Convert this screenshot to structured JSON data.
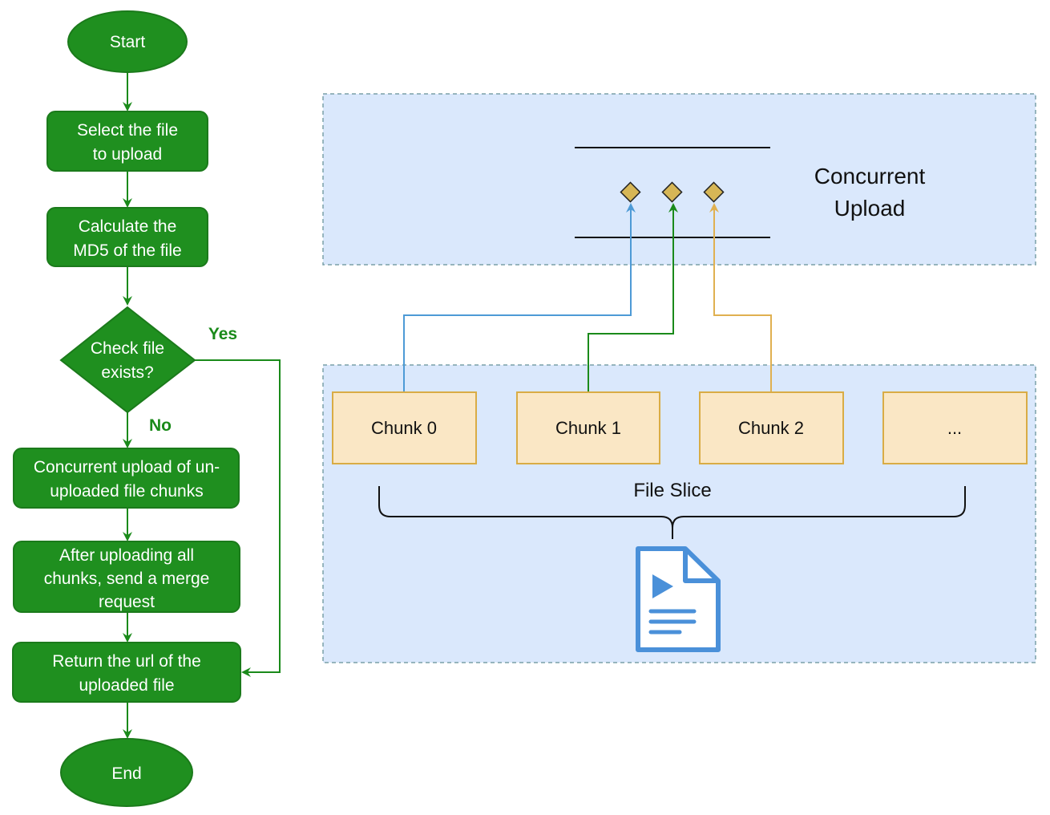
{
  "colors": {
    "flow_fill": "#1f8f1f",
    "flow_stroke": "#1b7a1b",
    "branch_label": "#1a8a1a",
    "panel_fill": "#dae8fc",
    "panel_border": "#7aa0a8",
    "chunk_fill": "#fae7c5",
    "chunk_stroke": "#d9ac45",
    "diamond_fill": "#d6b656",
    "line_blue": "#4d9ad6",
    "line_green": "#1a8a1a",
    "line_orange": "#e0b050",
    "file_icon": "#4a90d9"
  },
  "flowchart": {
    "start": "Start",
    "select_file": [
      "Select the file",
      "to upload"
    ],
    "calc_md5": [
      "Calculate the",
      "MD5 of the file"
    ],
    "check_exists": [
      "Check file",
      "exists?"
    ],
    "yes_label": "Yes",
    "no_label": "No",
    "concurrent_upload": [
      "Concurrent upload of un-",
      "uploaded file chunks"
    ],
    "merge_request": [
      "After uploading all",
      "chunks, send a merge",
      "request"
    ],
    "return_url": [
      "Return the url of the",
      "uploaded file"
    ],
    "end": "End"
  },
  "upload_panel": {
    "title": [
      "Concurrent",
      "Upload"
    ]
  },
  "slice_panel": {
    "chunks": [
      "Chunk 0",
      "Chunk 1",
      "Chunk 2",
      "..."
    ],
    "label": "File Slice",
    "icon": "video-file-icon"
  }
}
